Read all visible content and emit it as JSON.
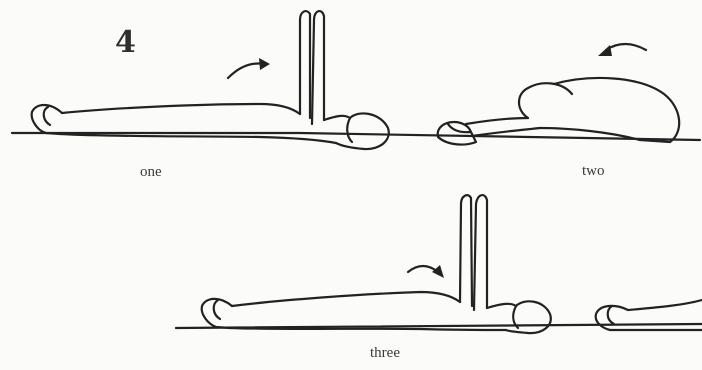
{
  "figure": {
    "step_number": "4",
    "captions": {
      "one": "one",
      "two": "two",
      "three": "three"
    },
    "ink_color": "#222222"
  }
}
